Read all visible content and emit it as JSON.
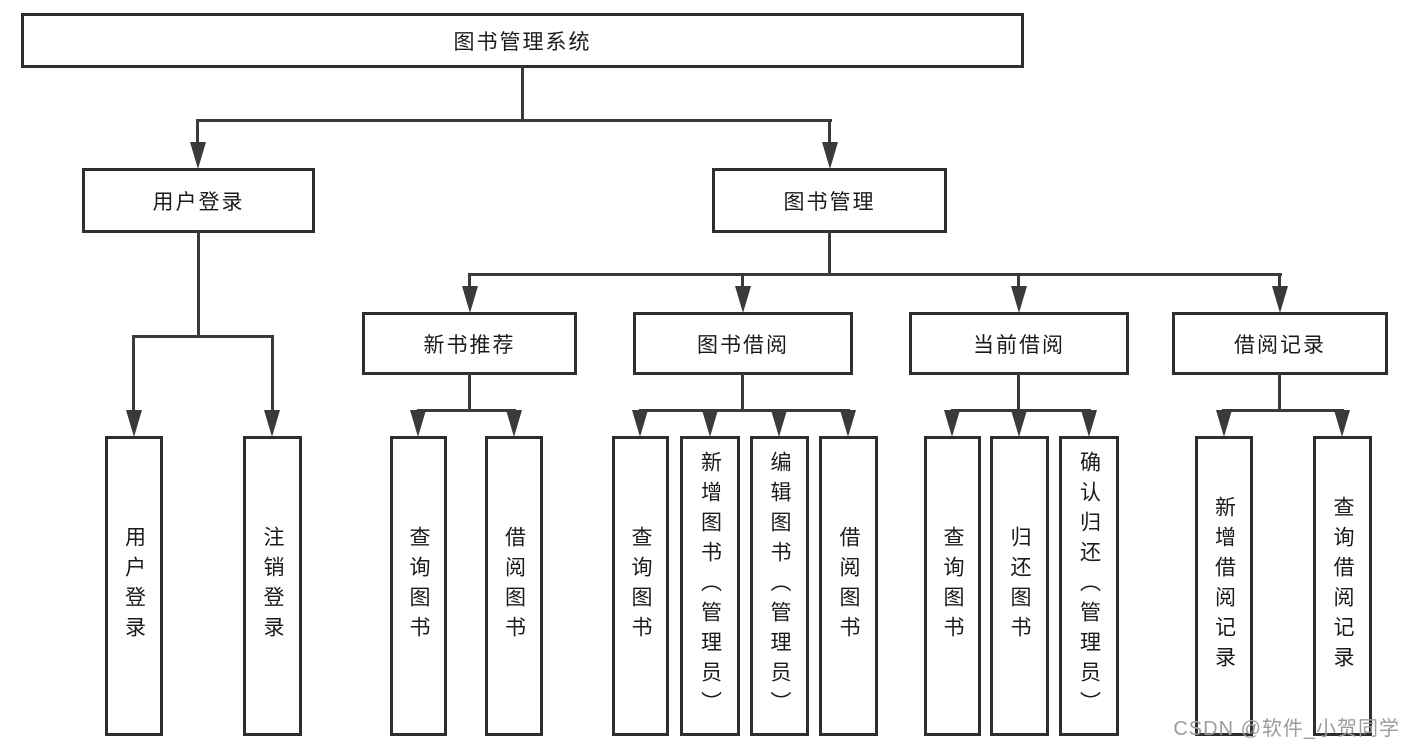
{
  "diagram": {
    "root": "图书管理系统",
    "branches": [
      {
        "label": "用户登录",
        "leaves": [
          "用户登录",
          "注销登录"
        ]
      },
      {
        "label": "图书管理",
        "groups": [
          {
            "label": "新书推荐",
            "leaves": [
              "查询图书",
              "借阅图书"
            ]
          },
          {
            "label": "图书借阅",
            "leaves": [
              "查询图书",
              "新增图书（管理员）",
              "编辑图书（管理员）",
              "借阅图书"
            ]
          },
          {
            "label": "当前借阅",
            "leaves": [
              "查询图书",
              "归还图书",
              "确认归还（管理员）"
            ]
          },
          {
            "label": "借阅记录",
            "leaves": [
              "新增借阅记录",
              "查询借阅记录"
            ]
          }
        ]
      }
    ]
  },
  "watermark": "CSDN @软件_小贺同学",
  "colors": {
    "line": "#3a3a3a",
    "border": "#2e2e2e",
    "text": "#1b1b1b",
    "watermark": "#9d9d9d",
    "background": "#ffffff"
  }
}
